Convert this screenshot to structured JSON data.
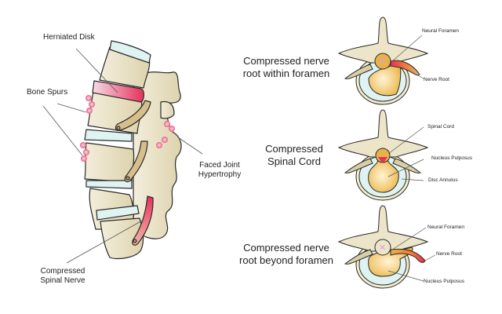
{
  "colors": {
    "bone": "#ece5c9",
    "bone_shade": "#d9cfa6",
    "disc": "#dff3f3",
    "nerve_tan": "#d7bf8d",
    "inflamed": "#e8305a",
    "nucleus": "#f2c355",
    "outline": "#2a2a2a",
    "leader": "#555555"
  },
  "sagittal": {
    "labels": {
      "herniated_disk": "Herniated Disk",
      "bone_spurs": "Bone Spurs",
      "facet_joint_line1": "Faced Joint",
      "facet_joint_line2": "Hypertrophy",
      "compressed_nerve_line1": "Compressed",
      "compressed_nerve_line2": "Spinal Nerve"
    }
  },
  "panels": [
    {
      "title_line1": "Compressed nerve",
      "title_line2": "root within foramen",
      "labels": [
        "Neural Foramen",
        "Nerve Root"
      ]
    },
    {
      "title_line1": "Compressed",
      "title_line2": "Spinal Cord",
      "labels": [
        "Spinal Cord",
        "Nucleus Pulposus",
        "Disc Annulus"
      ]
    },
    {
      "title_line1": "Compressed nerve",
      "title_line2": "root beyond foramen",
      "labels": [
        "Neural Foramen",
        "Nerve Root",
        "Nucleus Pulposus"
      ]
    }
  ]
}
